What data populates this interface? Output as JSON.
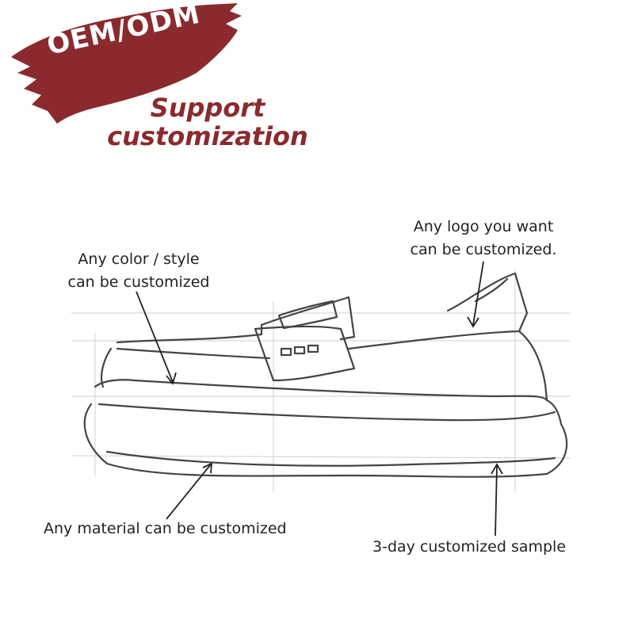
{
  "banner": {
    "title": "OEM/ODM",
    "subtitle_line1": "Support",
    "subtitle_line2": "customization",
    "color": "#8b2a2e"
  },
  "callouts": {
    "color_style": {
      "line1": "Any color / style",
      "line2": "can be customized"
    },
    "logo": {
      "line1": "Any logo you want",
      "line2": "can be customized."
    },
    "material": {
      "text": "Any material can be customized"
    },
    "sample": {
      "text": "3-day customized sample"
    }
  },
  "illustration": {
    "subject": "platform loafer shoe sketch"
  }
}
